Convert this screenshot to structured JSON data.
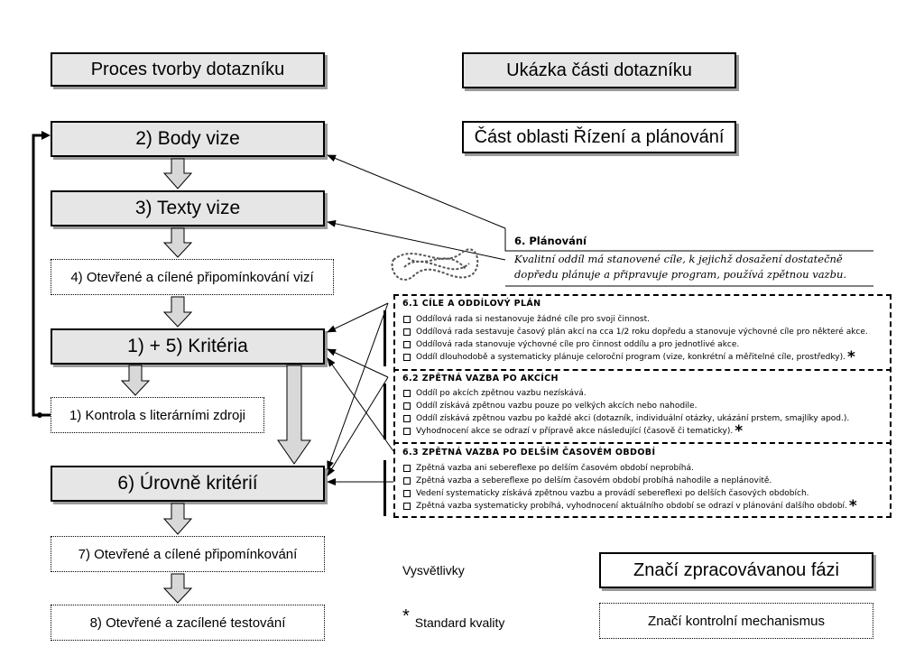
{
  "left_column": {
    "header": "Proces tvorby dotazníku",
    "steps": [
      "2) Body vize",
      "3) Texty vize",
      "4) Otevřené a cílené připomínkování vizí",
      "1) + 5) Kritéria",
      "1) Kontrola s literárními zdroji",
      "6) Úrovně kritérií",
      "7) Otevřené a cílené připomínkování",
      "8) Otevřené a zacílené testování"
    ]
  },
  "right_column": {
    "header": "Ukázka části dotazníku",
    "subheader": "Část oblasti Řízení a plánování"
  },
  "questionnaire": {
    "plan_title": "6.  Plánování",
    "plan_desc_line1": "Kvalitní oddíl má stanovené cíle, k jejichž dosažení dostatečně",
    "plan_desc_line2": "dopředu plánuje a připravuje program, používá zpětnou vazbu.",
    "sections": [
      {
        "title": "6.1 CÍLE A ODDÍLOVÝ PLÁN",
        "items": [
          "Oddílová rada si nestanovuje žádné cíle pro svoji činnost.",
          "Oddílová rada sestavuje časový plán akcí na cca 1/2 roku dopředu a stanovuje výchovné cíle pro některé akce.",
          "Oddílová rada stanovuje výchovné cíle pro činnost oddílu a pro jednotlivé akce.",
          "Oddíl dlouhodobě a systematicky plánuje celoroční program (vize, konkrétní a měřitelné cíle, prostředky)."
        ]
      },
      {
        "title": "6.2 ZPĚTNÁ VAZBA PO AKCÍCH",
        "items": [
          "Oddíl po akcích zpětnou vazbu nezískává.",
          "Oddíl získává zpětnou vazbu pouze po velkých akcích nebo nahodile.",
          "Oddíl získává zpětnou vazbu po každé akci (dotazník, individuální otázky, ukázání prstem, smajlíky apod.).",
          "Vyhodnocení akce se odrazí v přípravě akce následující (časově či tematicky)."
        ]
      },
      {
        "title": "6.3 ZPĚTNÁ VAZBA PO DELŠÍM ČASOVÉM OBDOBÍ",
        "items": [
          "Zpětná vazba ani sebereflexe po delším časovém období neprobíhá.",
          "Zpětná vazba a sebereflexe po delším časovém období probíhá nahodile a neplánovitě.",
          "Vedení systematicky získává zpětnou vazbu a provádí sebereflexi po delších časových obdobích.",
          "Zpětná vazba systematicky probíhá, vyhodnocení aktuálního období se odrazí v plánování dalšího období."
        ]
      }
    ],
    "star": "*"
  },
  "legend": {
    "title": "Vysvětlivky",
    "star_symbol": "*",
    "star_label": "Standard kvality",
    "phase_label": "Značí zpracovávanou fázi",
    "control_label": "Značí kontrolní mechanismus"
  },
  "colors": {
    "shaded_box": "#e6e6e6",
    "shadow": "#9a9a9a",
    "arrow_fill": "#d8d8d8"
  },
  "icons": {
    "knot": "knot-icon"
  }
}
